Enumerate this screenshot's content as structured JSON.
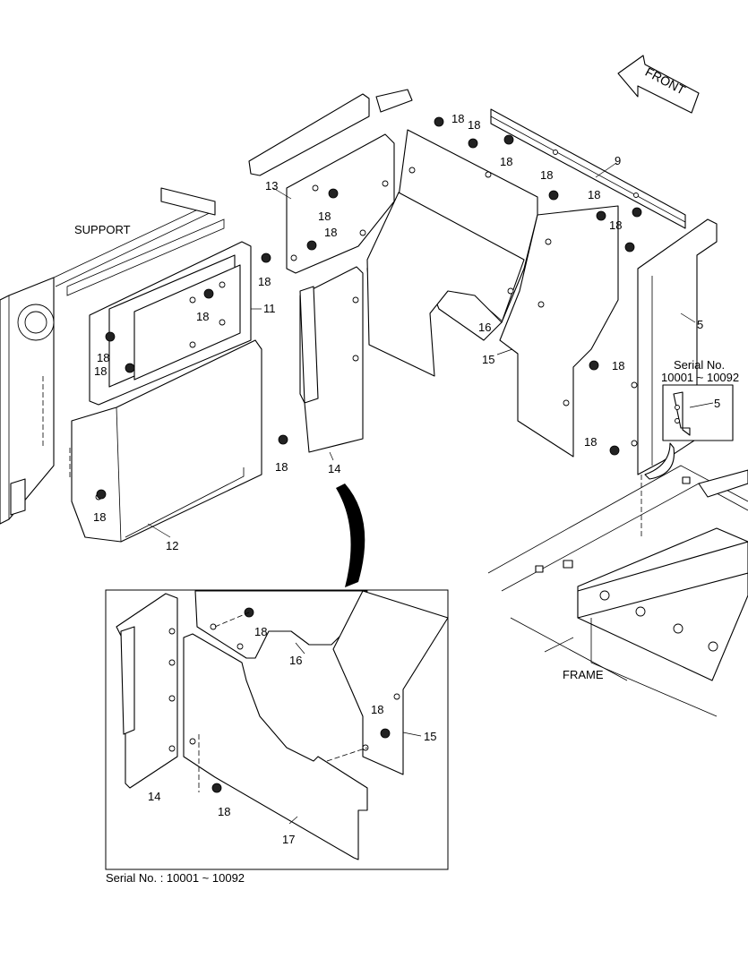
{
  "labels": {
    "support": "SUPPORT",
    "frame": "FRAME",
    "front": "FRONT",
    "serial_inset_title": "Serial No.",
    "serial_inset_range": "10001 ~ 10092",
    "serial_detail": "Serial No. : 10001 ~ 10092"
  },
  "parts": {
    "p5": "5",
    "p9": "9",
    "p11": "11",
    "p12": "12",
    "p13": "13",
    "p14": "14",
    "p15": "15",
    "p16": "16",
    "p17": "17",
    "p18": "18"
  }
}
